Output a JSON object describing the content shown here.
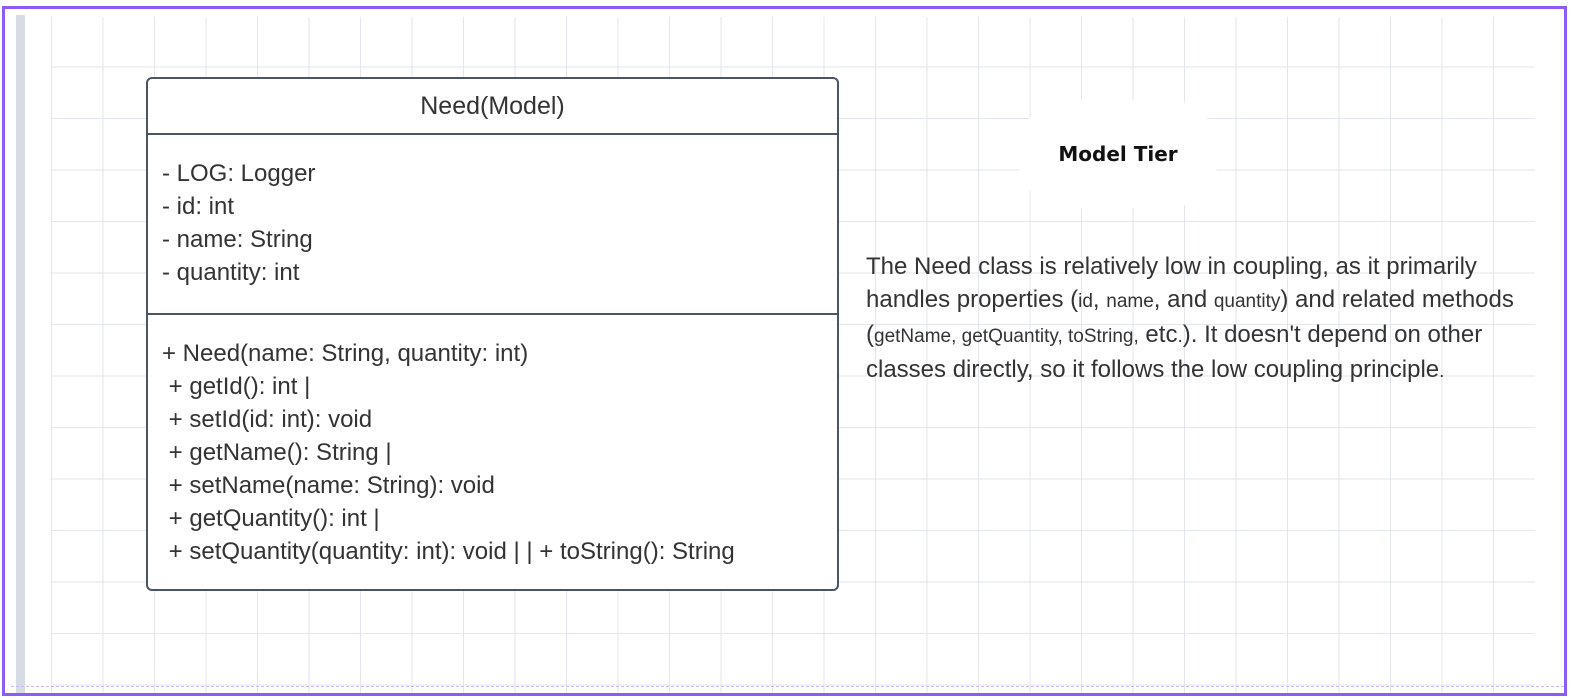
{
  "uml_class": {
    "title": "Need(Model)",
    "attributes": [
      "- LOG: Logger",
      "- id: int",
      "- name: String",
      "- quantity: int"
    ],
    "methods": [
      "+ Need(name: String, quantity: int)",
      " + getId(): int |",
      " + setId(id: int): void",
      " + getName(): String |",
      " + setName(name: String): void",
      " + getQuantity(): int |",
      " + setQuantity(quantity: int): void | | + toString(): String"
    ]
  },
  "tier_label": "Model Tier",
  "description": {
    "part1": "The Need class is relatively low in coupling, as it primarily handles properties (",
    "prop_id": "id",
    "sep1": ", ",
    "prop_name": "name",
    "sep2": ", and ",
    "prop_quantity": "quantity",
    "part2": ") and related methods (",
    "method_getName": "getName",
    "sep3": ", ",
    "method_getQuantity": "getQuantity",
    "sep4": ", ",
    "method_toString": "toString",
    "sep5": ",",
    "part3": " etc",
    "dot": ".",
    "part4": "). It doesn't depend on other classes directly, so it follows the low coupling principle",
    "end_dot": "."
  }
}
